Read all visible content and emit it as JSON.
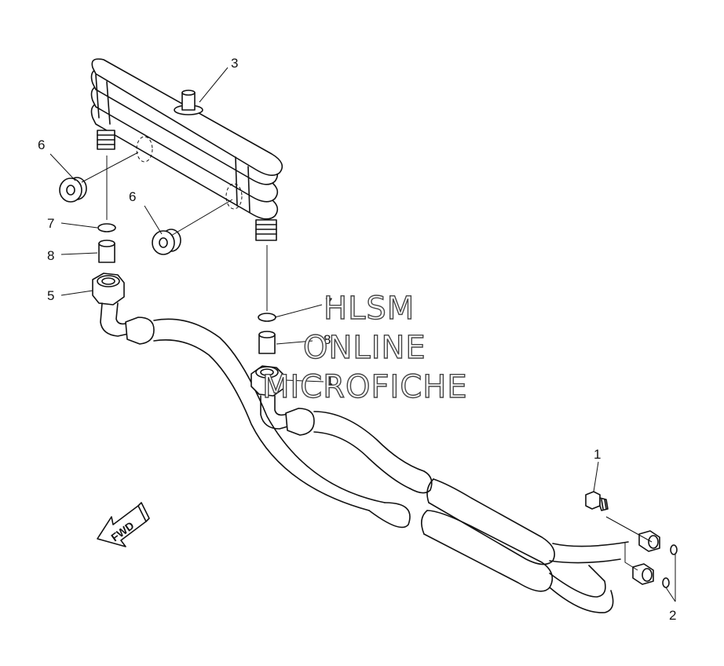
{
  "callouts": {
    "c1": "1",
    "c2": "2",
    "c3": "3",
    "c4": "4",
    "c5": "5",
    "c6a": "6",
    "c6b": "6",
    "c7a": "7",
    "c7b": "7",
    "c8a": "8",
    "c8b": "8"
  },
  "direction_arrow": {
    "label": "FWD"
  },
  "watermark": {
    "line1": "HLSM",
    "line2": "ONLINE",
    "line3": "MICROFICHE"
  },
  "colors": {
    "line": "#111111",
    "background": "#ffffff",
    "watermark_outline": "#444444"
  }
}
